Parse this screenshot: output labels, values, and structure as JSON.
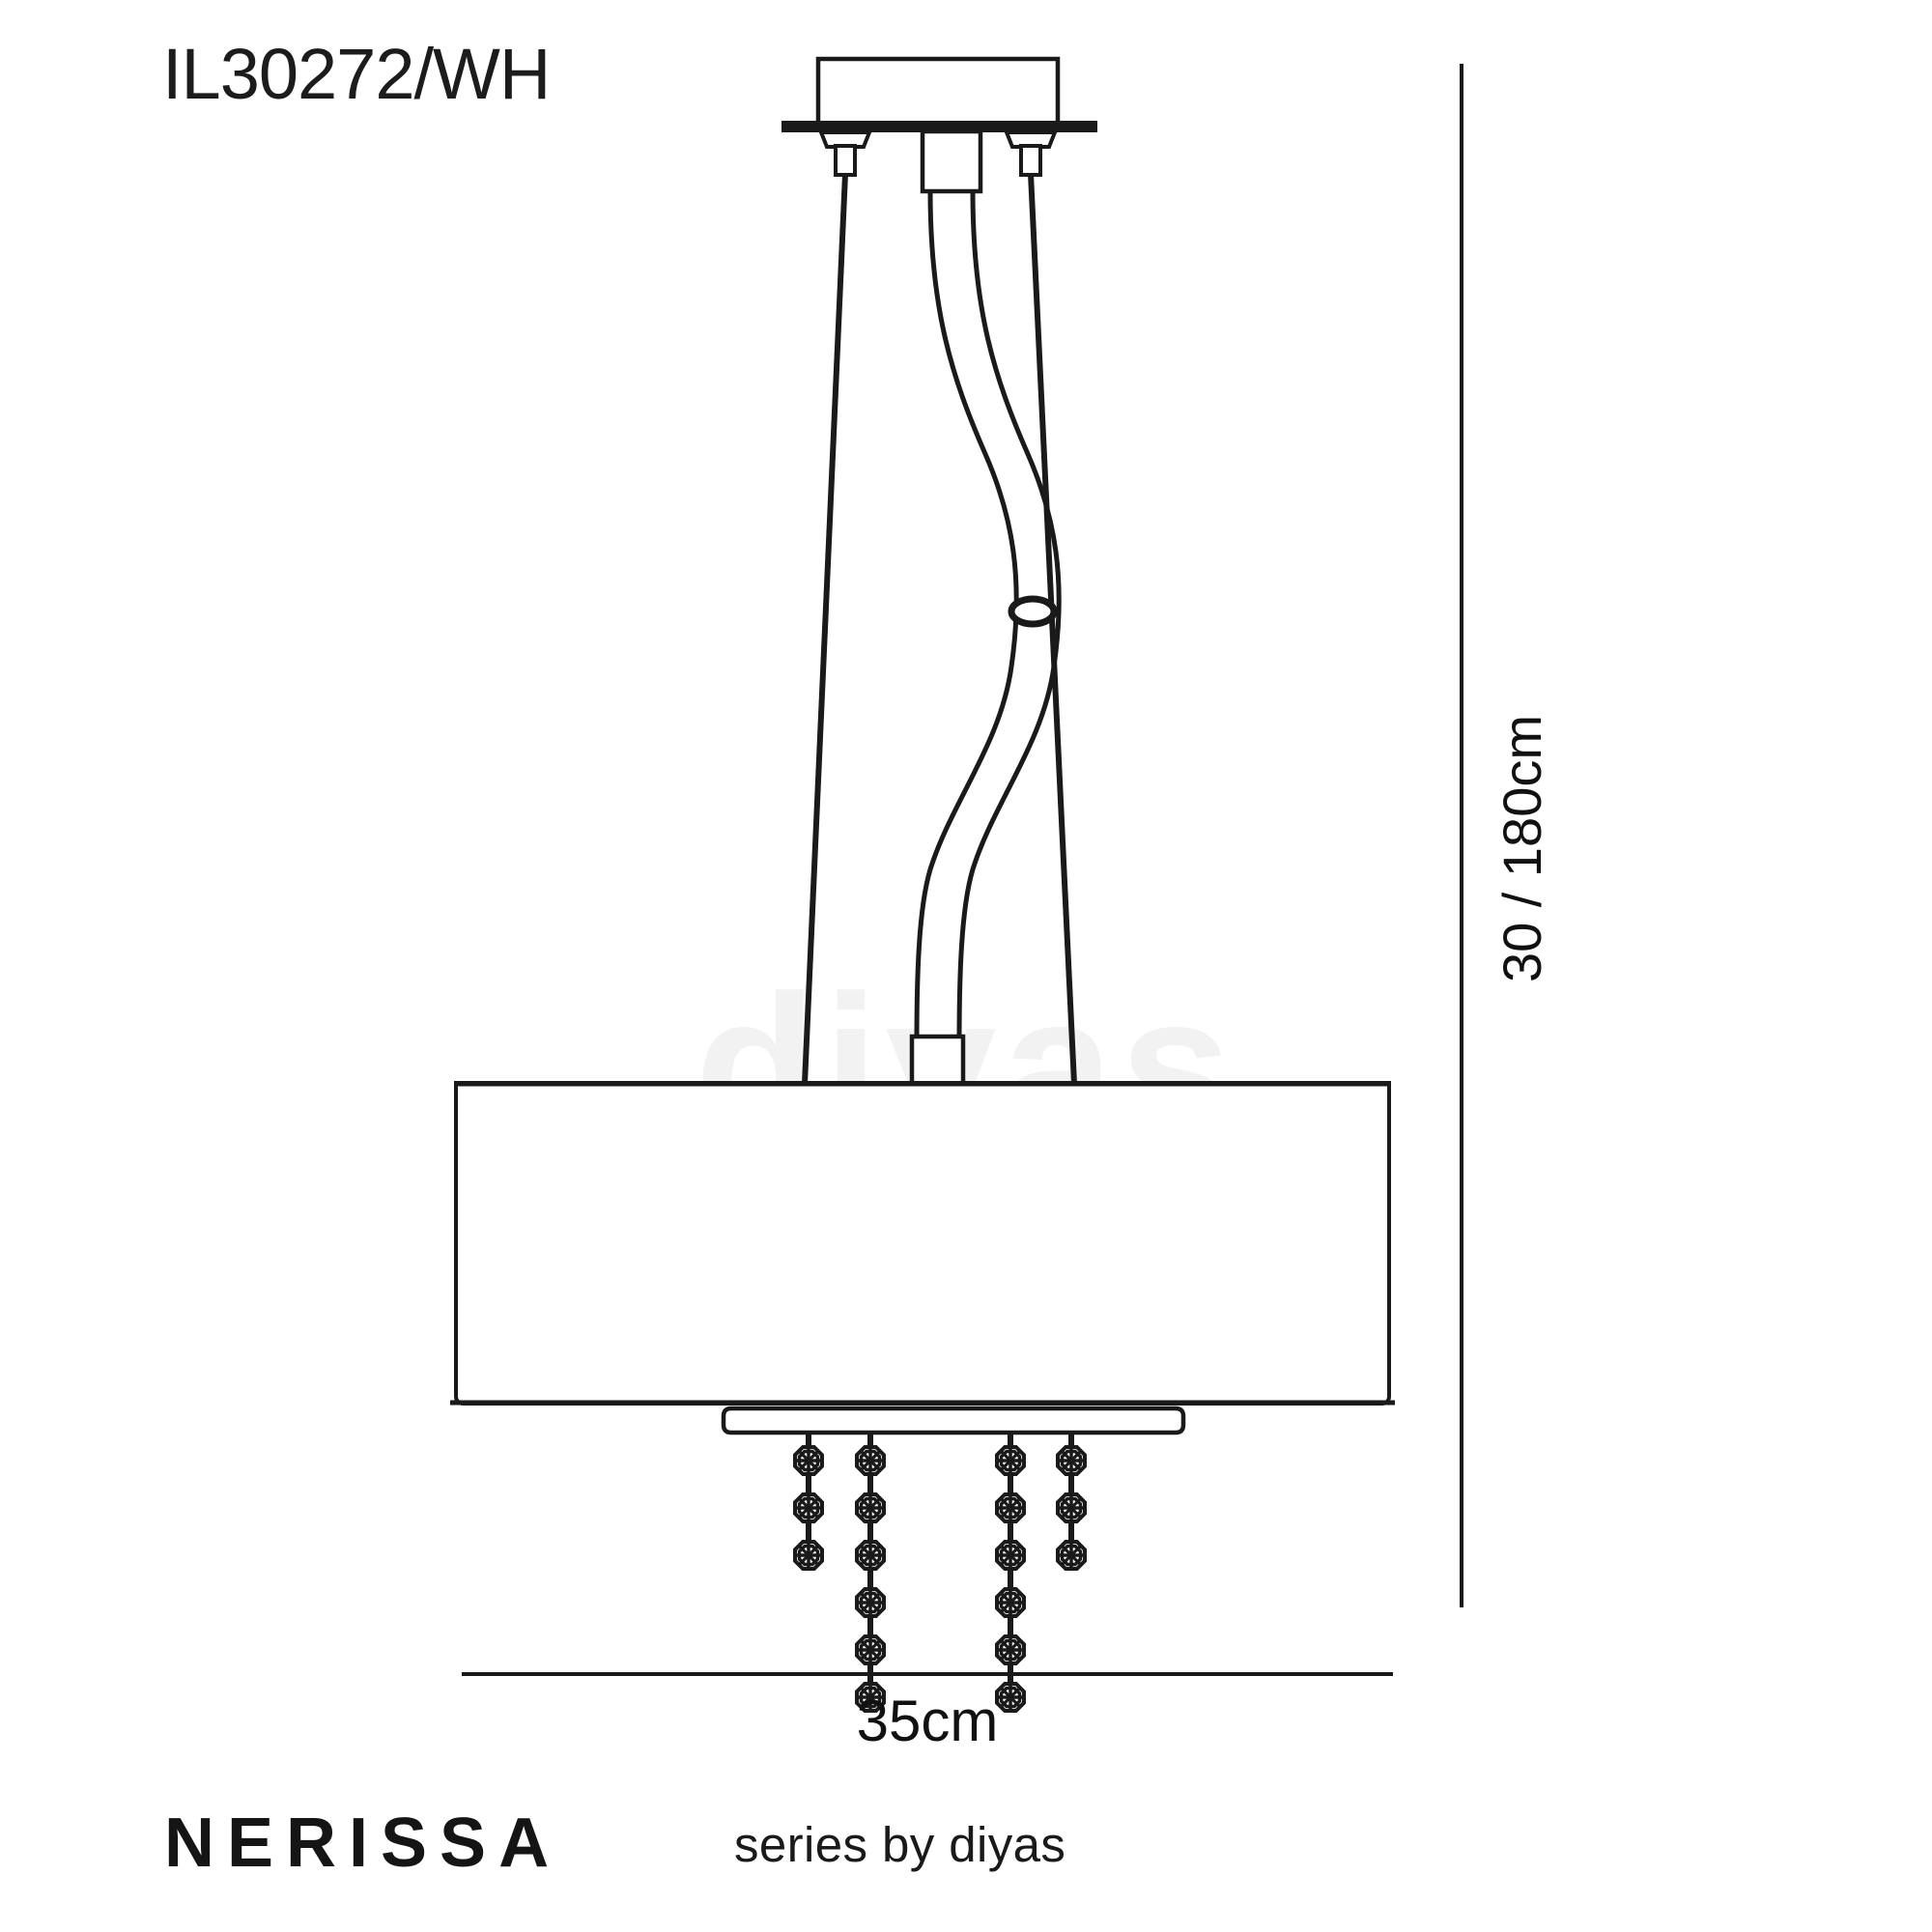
{
  "page": {
    "background": "#ffffff",
    "line_color": "#1a1a1a",
    "watermark_text": "diyas",
    "watermark_color": "#f2f2f2"
  },
  "header": {
    "product_code": "IL30272/WH"
  },
  "dimensions": {
    "height_label": "30 / 180cm",
    "width_label": "35cm"
  },
  "footer": {
    "series_name": "NERISSA",
    "series_by": "series by diyas"
  },
  "product": {
    "type": "ceiling pendant light",
    "shade": {
      "shape": "drum",
      "diameter_cm": 35,
      "height_cm": 30
    },
    "suspension": {
      "max_drop_cm": 180,
      "wire_count": 2,
      "cable_count": 1
    },
    "crystal_strands": [
      {
        "name": "strand-1",
        "crystal_count": 3
      },
      {
        "name": "strand-2",
        "crystal_count": 6
      },
      {
        "name": "strand-3",
        "crystal_count": 6
      },
      {
        "name": "strand-4",
        "crystal_count": 3
      }
    ]
  }
}
